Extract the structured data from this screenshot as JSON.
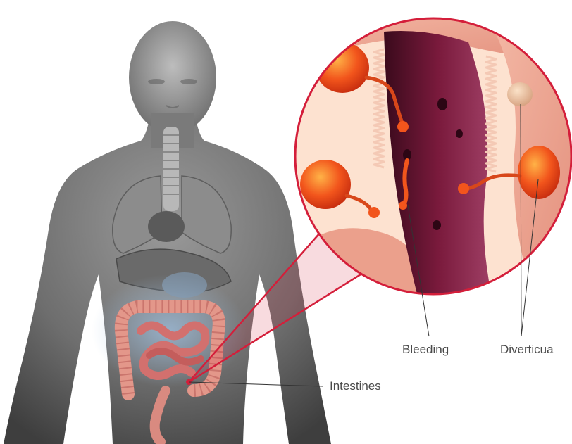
{
  "labels": {
    "bleeding": "Bleeding",
    "diverticua": "Diverticua",
    "intestines": "Intestines"
  },
  "colors": {
    "background": "#ffffff",
    "callout_ring": "#d41e3a",
    "body_gray": "#6b6b6b",
    "intestine_pink": "#d77a7a",
    "lumen_dark": "#6a1230",
    "diverticulum_orange": "#f2551c",
    "mucosa_cream": "#f7c9ae",
    "label_text": "#4a4a4a"
  }
}
